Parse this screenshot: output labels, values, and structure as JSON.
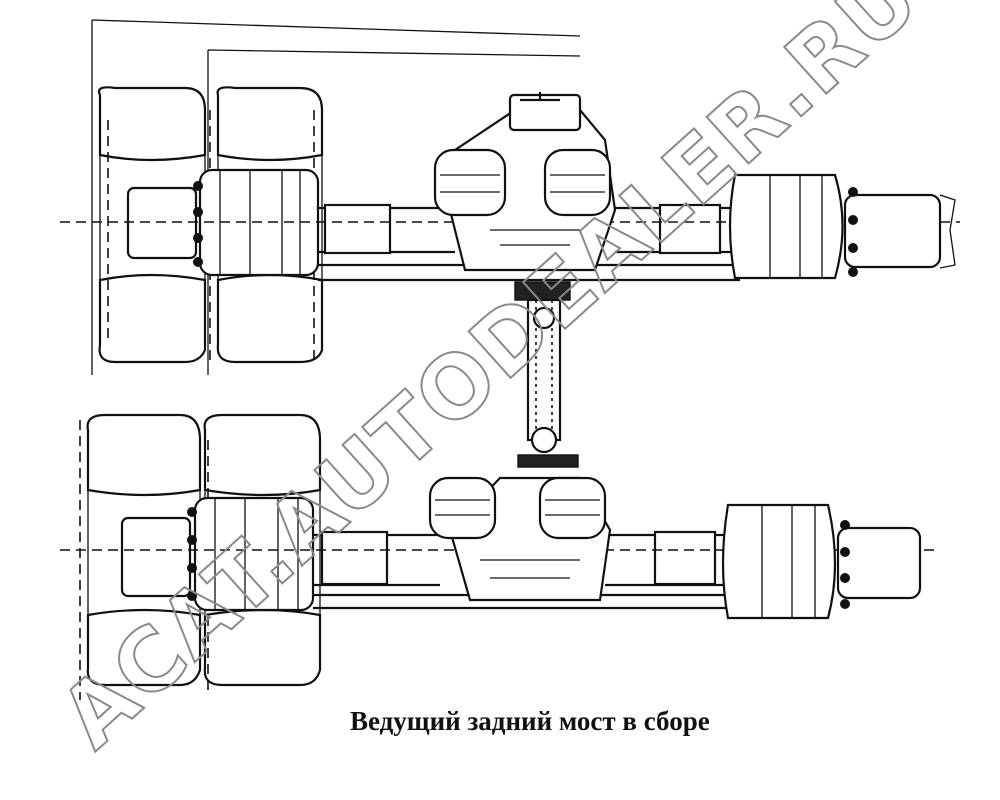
{
  "caption": "Ведущий задний мост в сборе",
  "watermark": "ACAT.AUTODEALER.RU",
  "drawing": {
    "subject": "rear drive axle assembly",
    "views": [
      "upper-axle",
      "lower-axle",
      "propeller-shaft"
    ]
  }
}
